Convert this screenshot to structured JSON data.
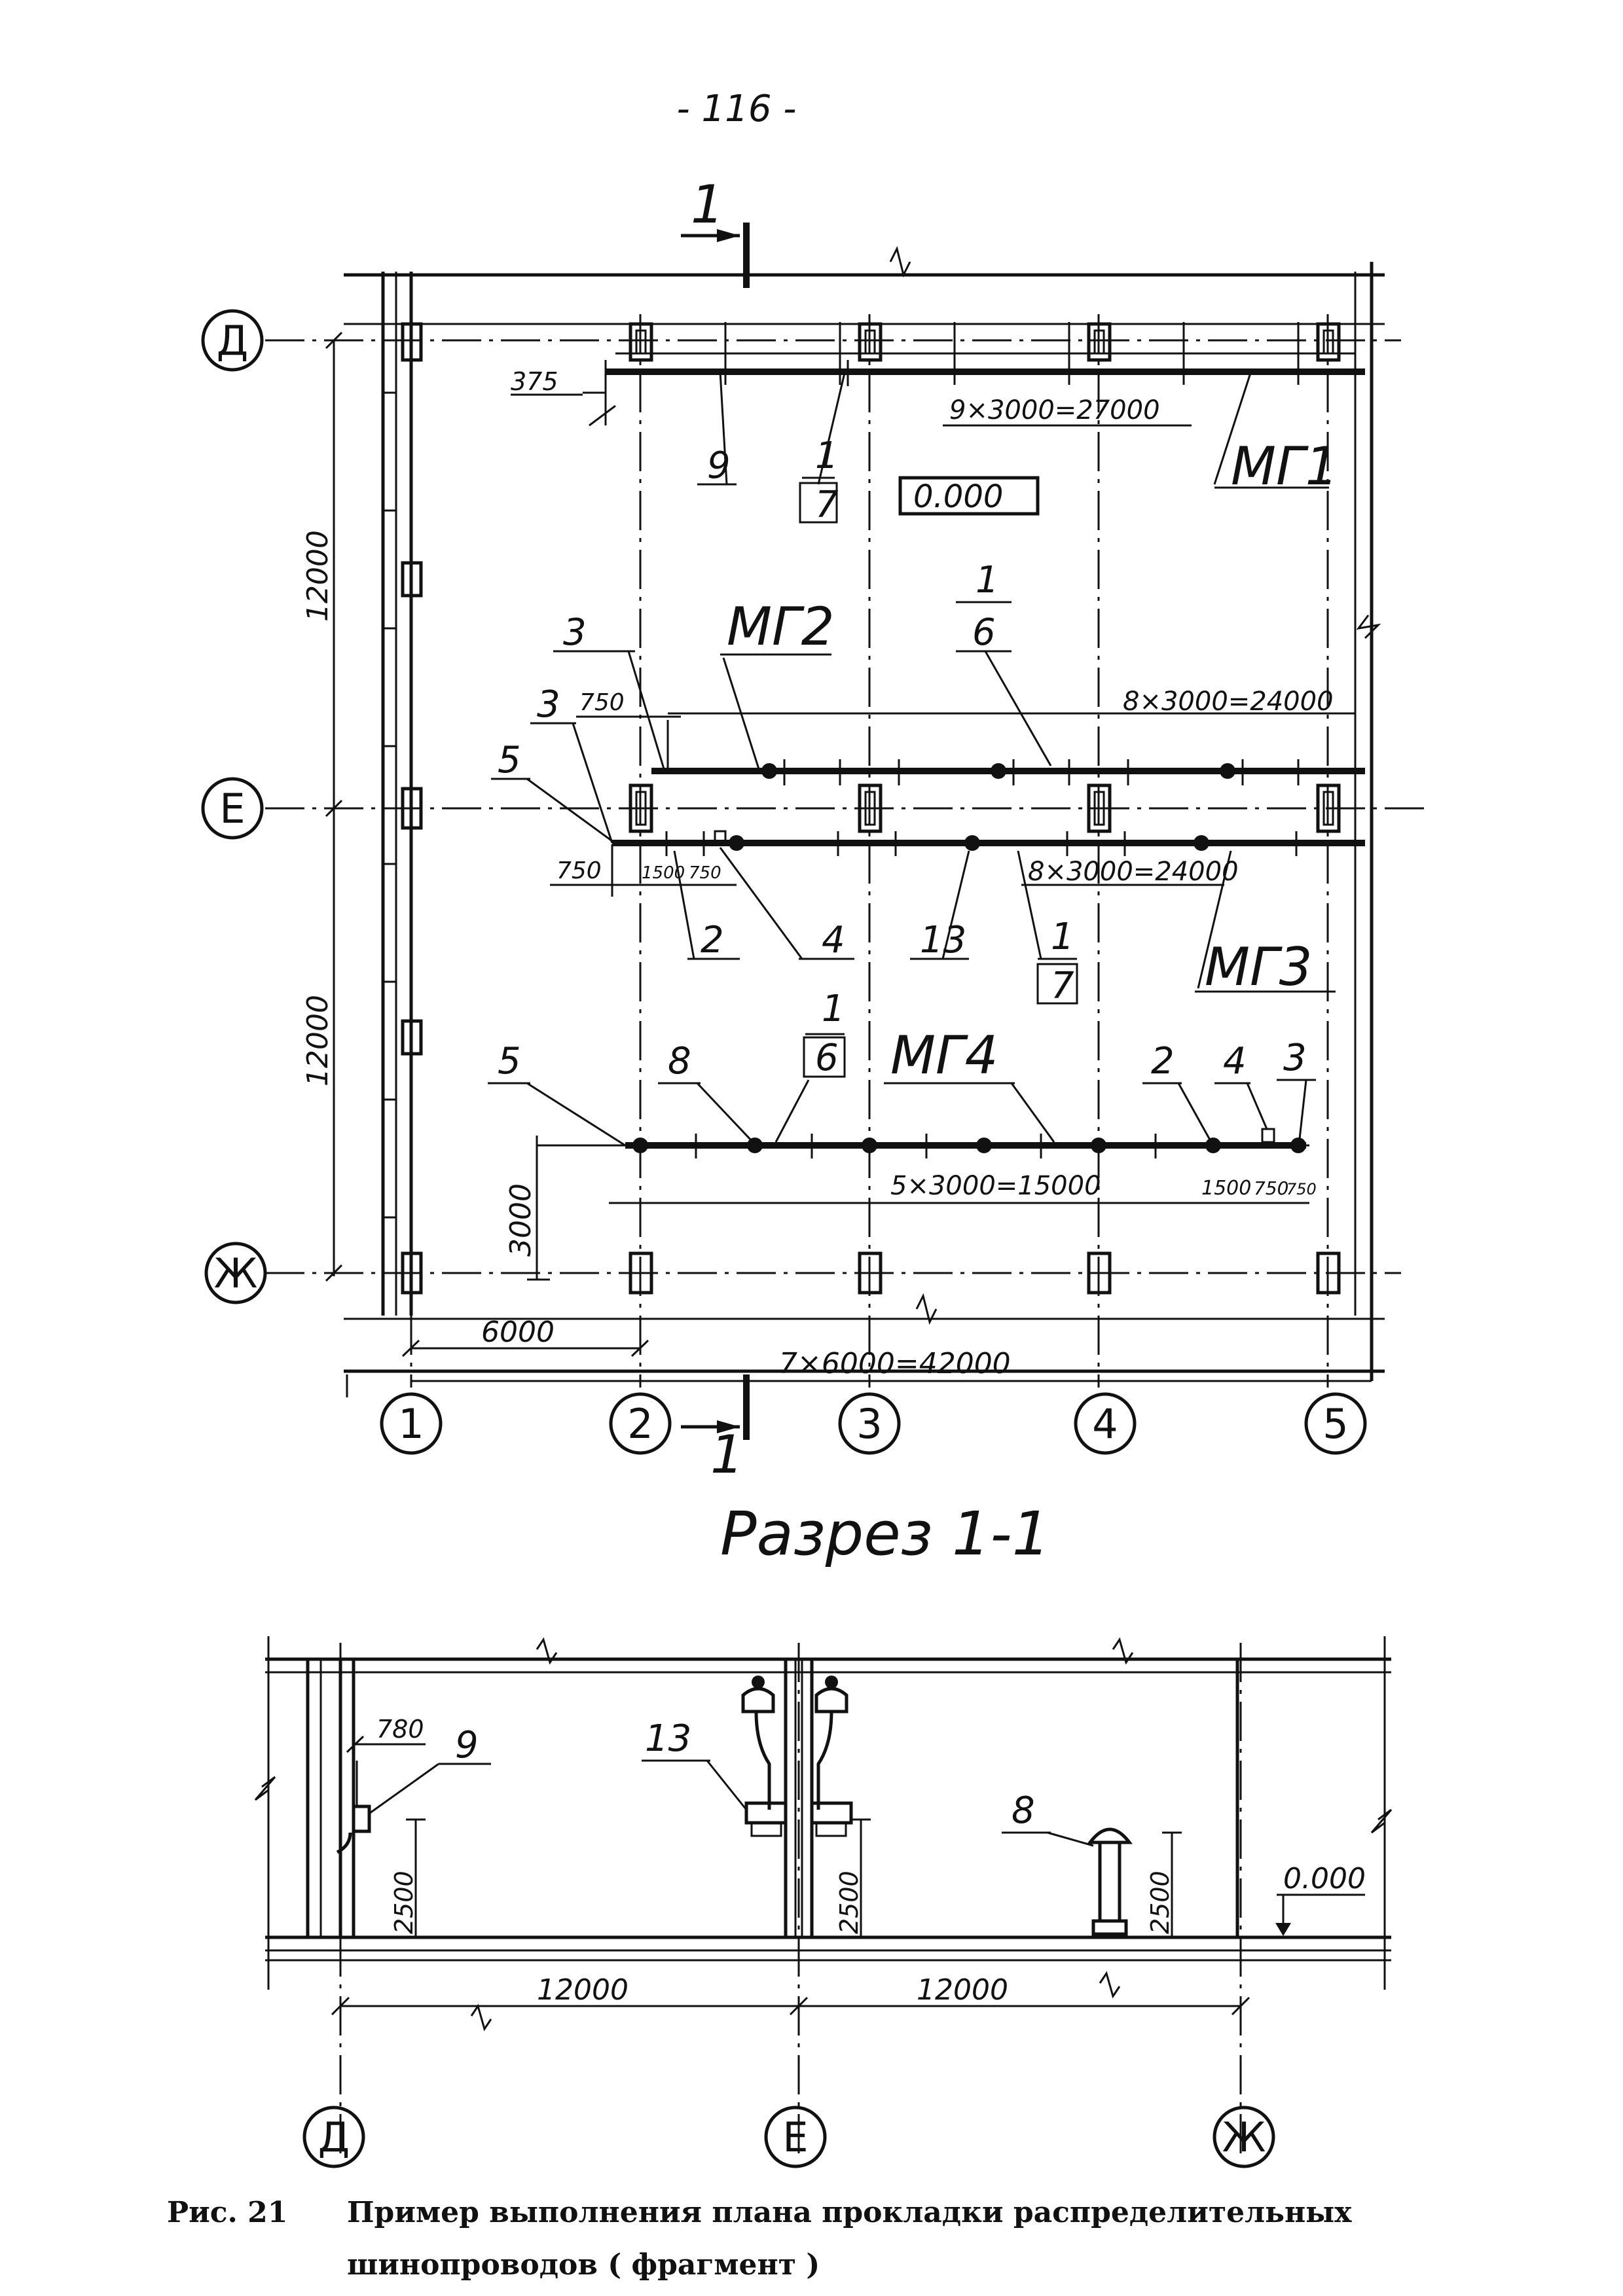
{
  "page_number": "- 116 -",
  "plan": {
    "section_mark": "1",
    "axes_rows": [
      "Д",
      "Е",
      "Ж"
    ],
    "axes_cols": [
      "1",
      "2",
      "3",
      "4",
      "5"
    ],
    "dims_left": [
      "12000",
      "12000",
      "3000"
    ],
    "dims_bottom": [
      "6000",
      "7×6000=42000"
    ],
    "floor_level": "0.000",
    "busways": {
      "mg1": "МГ1",
      "mg2": "МГ2",
      "mg3": "МГ3",
      "mg4": "МГ4"
    },
    "mg1_dim": "9×3000=27000",
    "mg2_dim": "8×3000=24000",
    "mg3_dim": "8×3000=24000",
    "mg4_dim": "5×3000=15000",
    "offsets": {
      "d375": "375",
      "d750_top": "750",
      "d750_left": "750",
      "d1500": "1500",
      "d750_small": "750",
      "d1500_r": "1500",
      "d750_r1": "750",
      "d750_r2": "750"
    },
    "callouts": {
      "c9": "9",
      "f1_top_num": "1",
      "f1_top_den": "7",
      "c3_a": "3",
      "c3_b": "3",
      "c5_a": "5",
      "f2_num": "1",
      "f2_den": "6",
      "c2_a": "2",
      "c4_a": "4",
      "c13": "13",
      "f3_num": "1",
      "f3_den": "7",
      "c5_b": "5",
      "c8": "8",
      "f4_num": "1",
      "f4_den": "6",
      "c2_b": "2",
      "c4_b": "4",
      "c3_c": "3"
    }
  },
  "section": {
    "title": "Разрез 1-1",
    "callouts": {
      "c9": "9",
      "c13": "13",
      "c8": "8"
    },
    "dims": {
      "d780": "780",
      "h1": "2500",
      "h2": "2500",
      "h3": "2500",
      "span1": "12000",
      "span2": "12000"
    },
    "level": "0.000",
    "axes": [
      "Д",
      "Е",
      "Ж"
    ]
  },
  "caption": {
    "label": "Рис. 21",
    "line1": "Пример выполнения плана прокладки распределительных",
    "line2": "шинопроводов ( фрагмент )"
  }
}
